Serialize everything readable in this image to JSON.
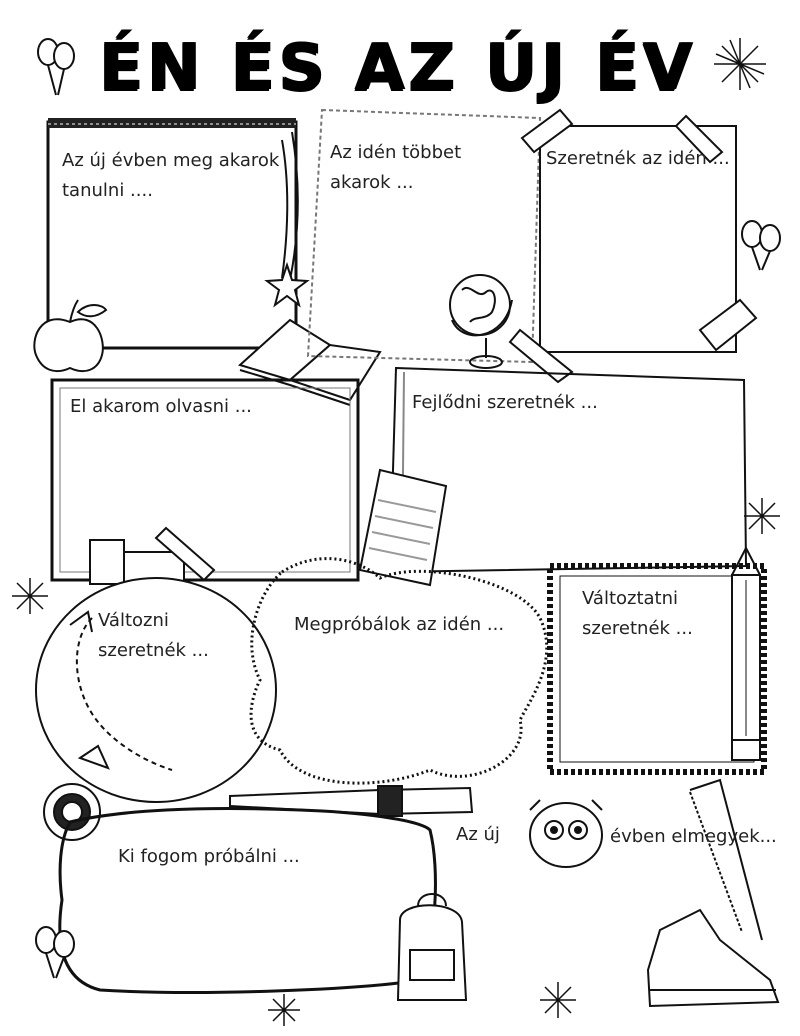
{
  "title": "ÉN ÉS AZ ÚJ ÉV",
  "prompts": {
    "learn": "Az új évben meg akarok\ntanulni ....",
    "more": "Az idén többet\nakarok ...",
    "like": "Szeretnék az idén ...",
    "read": "El akarom olvasni ...",
    "develop": "Fejlődni szeretnék ...",
    "change_self": "Változni\nszeretnék ...",
    "try_this_year": "Megpróbálok az idén ...",
    "change_thing": "Változtatni\nszeretnék ...",
    "try_out": "Ki fogom próbálni ...",
    "go_prefix": "Az új",
    "go_suffix": "évben elmegyek..."
  },
  "icons": [
    "balloons-icon",
    "firework-icon",
    "shooting-star-icon",
    "apple-icon",
    "open-book-icon",
    "globe-icon",
    "notepad-icon",
    "books-stack-icon",
    "arrow-icon",
    "flower-icon",
    "pen-icon",
    "pencil-icon",
    "owl-icon",
    "backpack-icon",
    "sneaker-icon"
  ]
}
